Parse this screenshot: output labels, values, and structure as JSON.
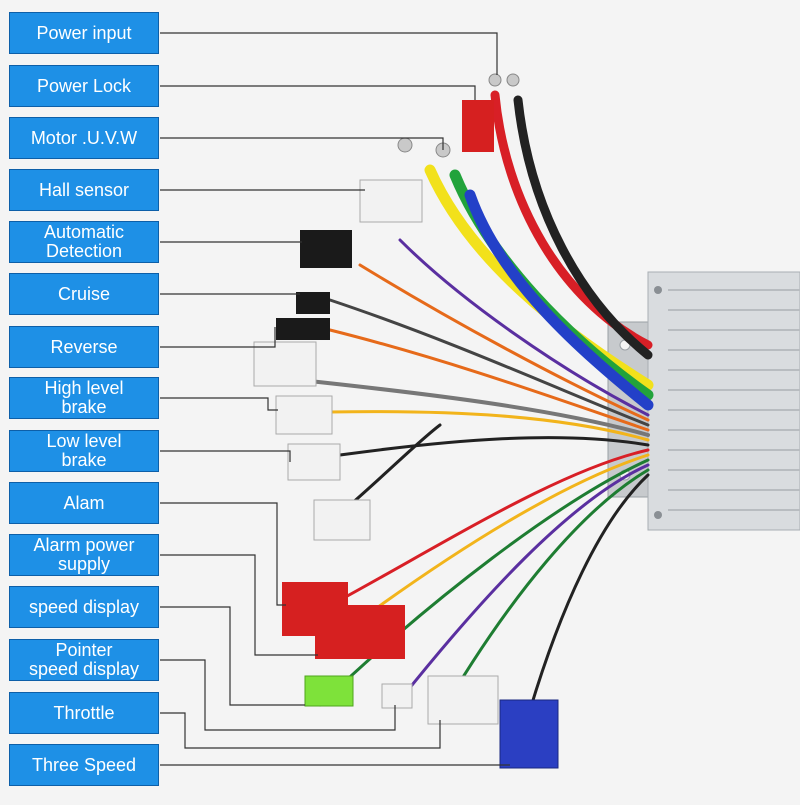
{
  "labels": [
    {
      "id": "power-input",
      "text": "Power input"
    },
    {
      "id": "power-lock",
      "text": "Power Lock"
    },
    {
      "id": "motor-uvw",
      "text": "Motor .U.V.W"
    },
    {
      "id": "hall-sensor",
      "text": "Hall sensor"
    },
    {
      "id": "automatic-detection",
      "text": "Automatic\nDetection"
    },
    {
      "id": "cruise",
      "text": "Cruise"
    },
    {
      "id": "reverse",
      "text": "Reverse"
    },
    {
      "id": "high-level-brake",
      "text": "High level\nbrake"
    },
    {
      "id": "low-level-brake",
      "text": "Low level\nbrake"
    },
    {
      "id": "alam",
      "text": "Alam"
    },
    {
      "id": "alarm-power-supply",
      "text": "Alarm power\nsupply"
    },
    {
      "id": "speed-display",
      "text": "speed display"
    },
    {
      "id": "pointer-speed-display",
      "text": "Pointer\nspeed display"
    },
    {
      "id": "throttle",
      "text": "Throttle"
    },
    {
      "id": "three-speed",
      "text": "Three Speed"
    }
  ],
  "colors": {
    "label_fill": "#1e90e6",
    "label_border": "#0d5fa8",
    "leader_line": "#333333",
    "background": "#f4f4f4",
    "controller_body": "#d9dcdf"
  }
}
